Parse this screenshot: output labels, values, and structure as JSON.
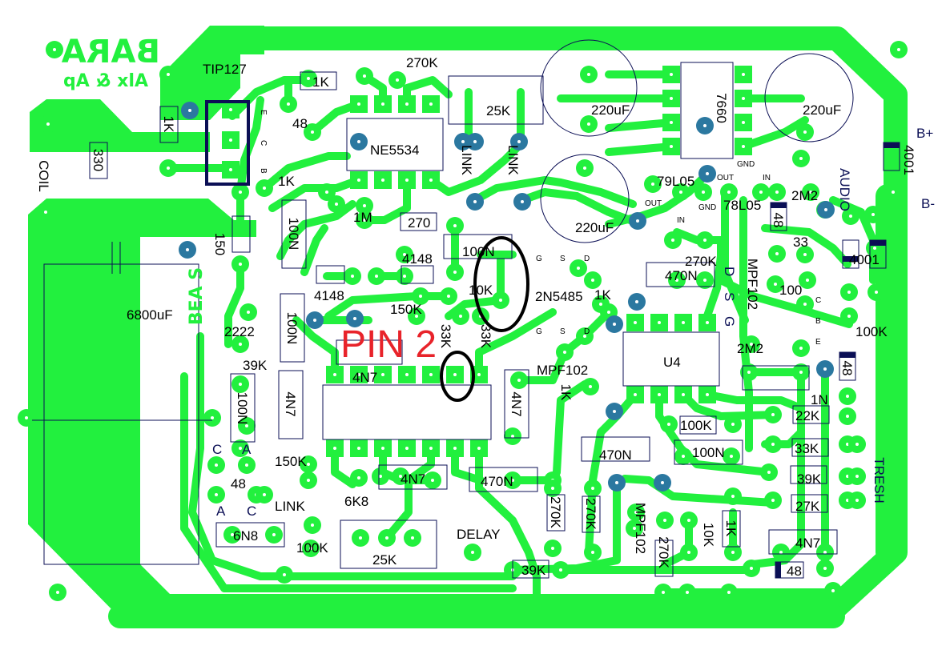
{
  "board": {
    "title": "BARA",
    "subtitle": "Alx & Ap",
    "annotation": "PIN 2",
    "side_label": "BEA S"
  },
  "colors": {
    "copper": "#22f03e",
    "via": "#2b78a0",
    "silk": "#0b0f55",
    "annotation": "#e8232a"
  },
  "labels": [
    "TIP127",
    "1K",
    "330",
    "COIL",
    "150",
    "6800uF",
    "2222",
    "39K",
    "100N",
    "100N",
    "100N",
    "4148",
    "1K",
    "48",
    "1K",
    "270K",
    "NE5534",
    "25K",
    "LINK",
    "LINK",
    "1M",
    "270",
    "100N",
    "4148",
    "10K",
    "150K",
    "33K",
    "33K",
    "4N7",
    "2N5485",
    "1K",
    "MPF102",
    "1K",
    "4N7",
    "4N7",
    "220uF",
    "220uF",
    "7660",
    "220uF",
    "79L05",
    "78L05",
    "2M2",
    "48",
    "33",
    "100",
    "4001",
    "4001",
    "B+",
    "B-",
    "AUDIO",
    "270K",
    "470N",
    "MPF102",
    "U4",
    "2M2",
    "100K",
    "48",
    "1N",
    "22K",
    "33K",
    "39K",
    "27K",
    "4N7",
    "48",
    "TRESH",
    "100K",
    "100N",
    "470N",
    "470N",
    "270K",
    "270K",
    "MPF102",
    "270K",
    "10K",
    "1K",
    "39K",
    "DELAY",
    "25K",
    "100K",
    "6N8",
    "6K8",
    "4N7",
    "150K",
    "48",
    "LINK"
  ],
  "pins": {
    "tip127": [
      "E",
      "C",
      "B"
    ],
    "diode_pins": [
      "C",
      "A",
      "A",
      "C"
    ],
    "fet": [
      "G",
      "S",
      "D"
    ],
    "reg": [
      "OUT",
      "IN",
      "GND"
    ],
    "transistor": [
      "B",
      "C",
      "E"
    ],
    "mpf_vertical": [
      "D",
      "S",
      "G"
    ]
  }
}
